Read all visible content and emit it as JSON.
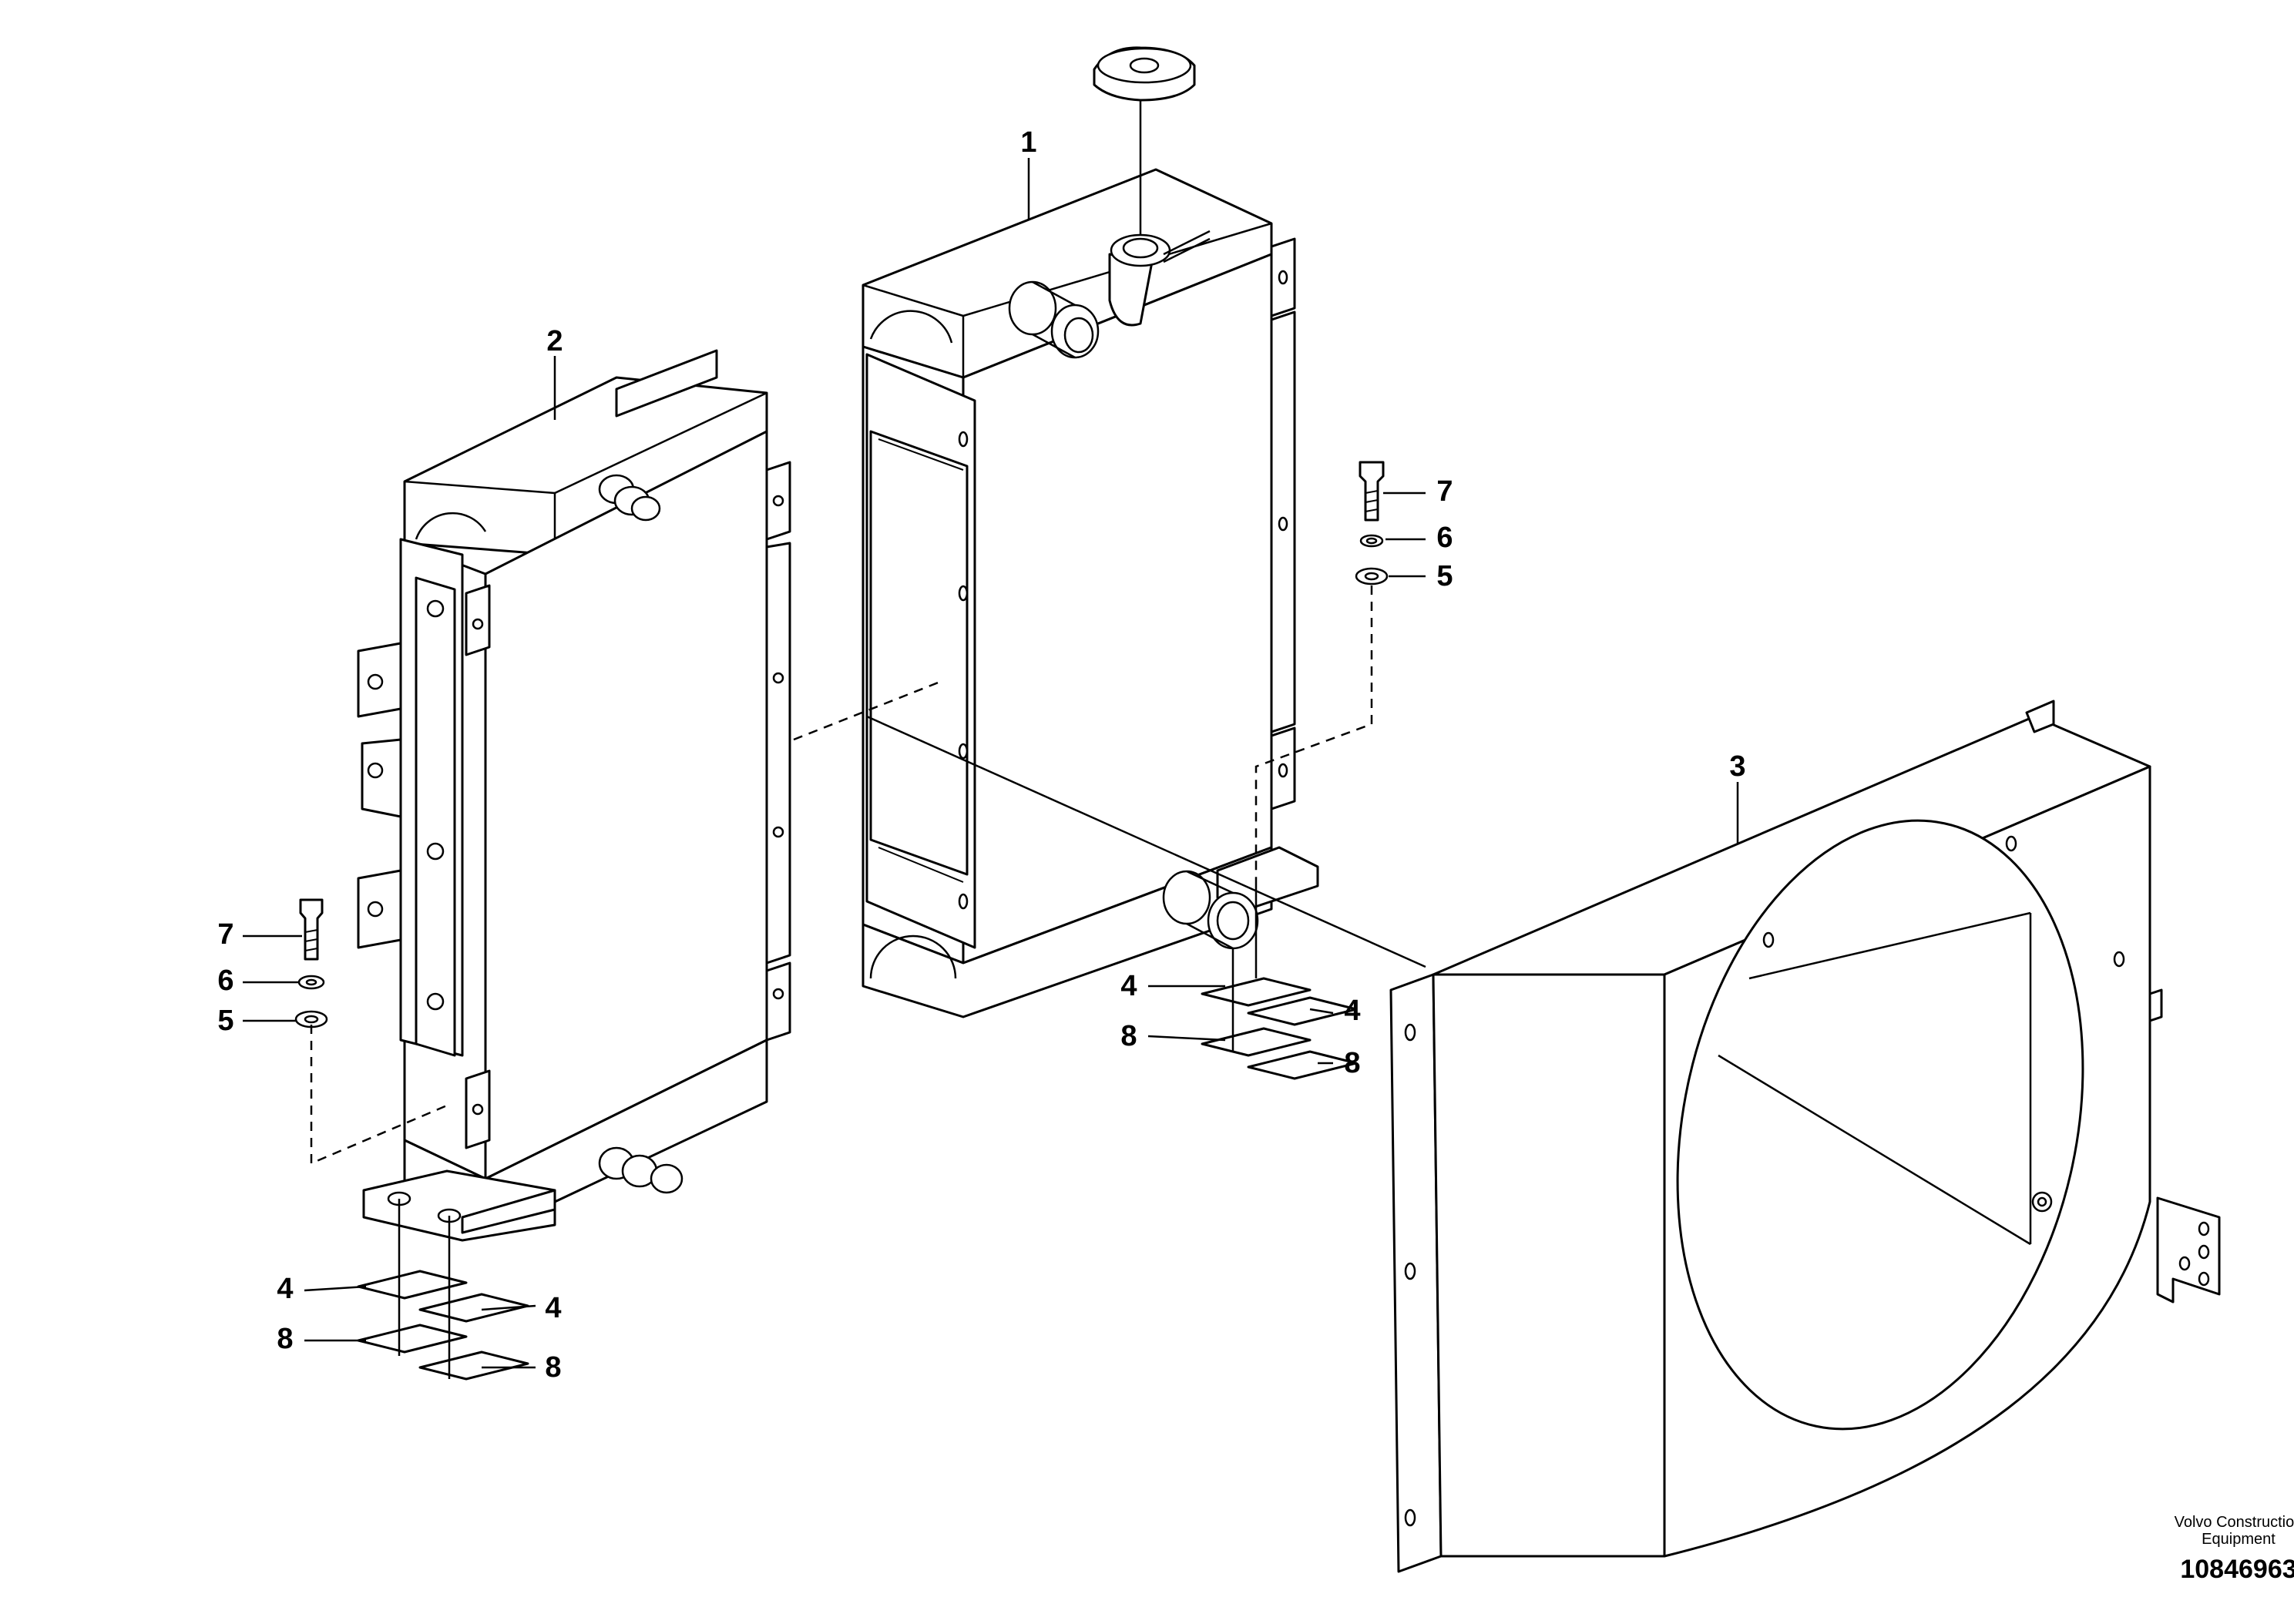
{
  "callouts": {
    "c1": "1",
    "c2": "2",
    "c3": "3",
    "c4a": "4",
    "c4b": "4",
    "c4c": "4",
    "c4d": "4",
    "c5a": "5",
    "c5b": "5",
    "c6a": "6",
    "c6b": "6",
    "c7a": "7",
    "c7b": "7",
    "c8a": "8",
    "c8b": "8",
    "c8c": "8",
    "c8d": "8"
  },
  "footer": {
    "brand_line1": "Volvo Construction",
    "brand_line2": "Equipment",
    "document_number": "10846963"
  }
}
